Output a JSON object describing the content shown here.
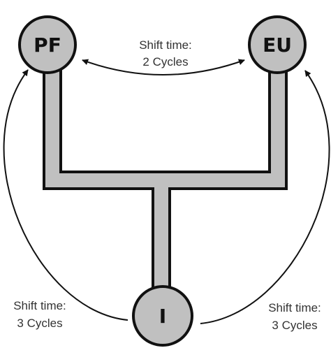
{
  "colors": {
    "node_fill": "#c0c0c0",
    "outline": "#111111",
    "text": "#333333",
    "background": "#ffffff"
  },
  "nodes": {
    "pf": {
      "label": "PF"
    },
    "eu": {
      "label": "EU"
    },
    "i": {
      "label": "I"
    }
  },
  "edges": {
    "pf_eu": {
      "line1": "Shift time:",
      "line2": "2 Cycles"
    },
    "i_pf": {
      "line1": "Shift time:",
      "line2": "3 Cycles"
    },
    "i_eu": {
      "line1": "Shift time:",
      "line2": "3 Cycles"
    }
  }
}
